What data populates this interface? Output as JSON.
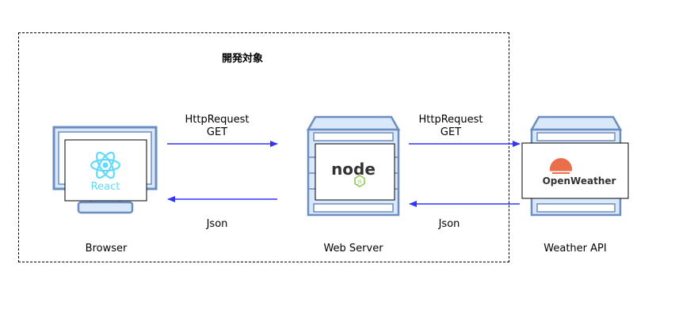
{
  "scope": {
    "label": "開発対象"
  },
  "nodes": {
    "browser": {
      "label": "Browser",
      "logo_text": "React"
    },
    "server": {
      "label": "Web Server",
      "logo_text": "node"
    },
    "api": {
      "label": "Weather API",
      "logo_text": "OpenWeather"
    }
  },
  "arrows": {
    "browser_to_server": {
      "line1": "HttpRequest",
      "line2": "GET"
    },
    "server_to_api": {
      "line1": "HttpRequest",
      "line2": "GET"
    },
    "server_to_browser": {
      "label": "Json"
    },
    "api_to_server": {
      "label": "Json"
    }
  },
  "colors": {
    "device_blue": "#6c8ebf",
    "device_fill": "#dae8fc",
    "arrow": "#3333ff",
    "react": "#61dafb",
    "node": "#333333",
    "node_green": "#8cc84b",
    "openweather": "#eb6e4b"
  }
}
